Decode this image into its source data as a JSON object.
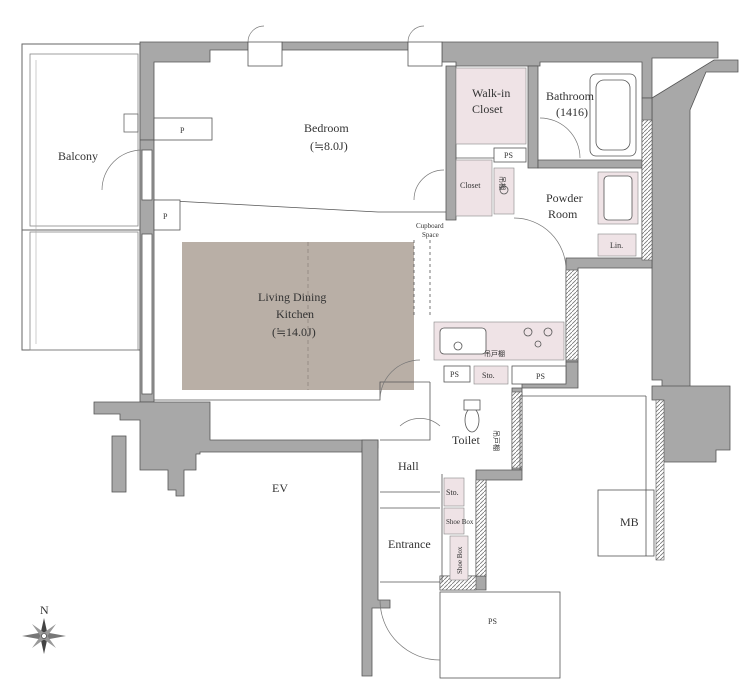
{
  "rooms": {
    "balcony": "Balcony",
    "bedroom": "Bedroom",
    "bedroom_area": "(≒8.0J)",
    "walkin_1": "Walk-in",
    "walkin_2": "Closet",
    "bathroom": "Bathroom",
    "bathroom_size": "(1416)",
    "closet": "Closet",
    "powder_1": "Powder",
    "powder_2": "Room",
    "cupboard_1": "Cupboard",
    "cupboard_2": "Space",
    "ldk_1": "Living Dining",
    "ldk_2": "Kitchen",
    "ldk_area": "(≒14.0J)",
    "toilet": "Toilet",
    "hall": "Hall",
    "entrance": "Entrance",
    "ev": "EV",
    "mb": "MB"
  },
  "small_labels": {
    "p": "P",
    "ps": "PS",
    "sto": "Sto.",
    "lin": "Lin.",
    "shoe_box": "Shoe Box",
    "shelf": "吊戸棚",
    "shelf_short": "吊棚",
    "toilet_shelf": "吊戸棚"
  },
  "compass": {
    "north": "N"
  },
  "colors": {
    "wall": "#a8a8a8",
    "wall_dark": "#8f8f8f",
    "ldk_floor": "#b9afa6",
    "pink": "#efe3e6",
    "line": "#555555"
  }
}
